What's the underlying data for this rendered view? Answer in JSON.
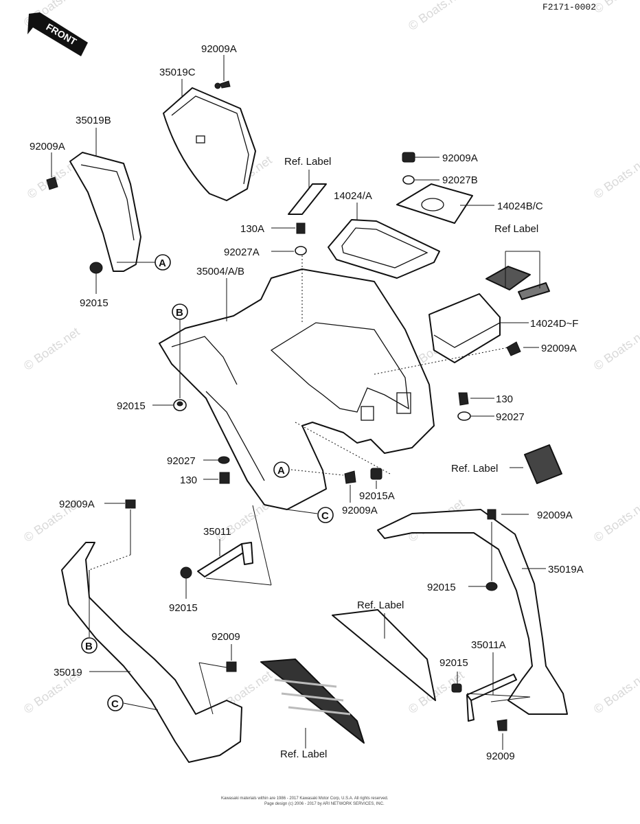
{
  "diagram_code": "F2171-0002",
  "front_label": "FRONT",
  "watermark": "© Boats.net",
  "copyright": {
    "line1": "Kawasaki materials within are 1986 - 2017 Kawasaki Motor Corp, U.S.A.  All rights reserved.",
    "line2": "Page design (c) 2006 - 2017 by ARI NETWORK SERVICES, INC."
  },
  "labels": {
    "p92009A_top": "92009A",
    "p35019C": "35019C",
    "p35019B": "35019B",
    "p92009A_left": "92009A",
    "p92015_topleft": "92015",
    "refLabel_top": "Ref. Label",
    "p92009A_right": "92009A",
    "p92027B": "92027B",
    "p14024A": "14024/A",
    "p14024BC": "14024B/C",
    "p130A": "130A",
    "p92027A": "92027A",
    "refLabel_right": "Ref Label",
    "p35004AB": "35004/A/B",
    "p14024DF": "14024D~F",
    "p92009A_mid": "92009A",
    "p92015_mid": "92015",
    "p130_right": "130",
    "p92027_right": "92027",
    "p92027_left": "92027",
    "p130_left": "130",
    "refLabel_mid": "Ref. Label",
    "p92015A": "92015A",
    "p92009A_center": "92009A",
    "p92009A_lowleft": "92009A",
    "p92009A_lowright": "92009A",
    "p35011": "35011",
    "p35019A": "35019A",
    "p92015_low": "92015",
    "p92015_right": "92015",
    "refLabel_low": "Ref. Label",
    "p92009_left": "92009",
    "p35011A": "35011A",
    "p35019": "35019",
    "p92015_lowright": "92015",
    "refLabel_bottom": "Ref. Label",
    "p92009_bottom": "92009"
  },
  "callouts": {
    "A1": "A",
    "A2": "A",
    "B1": "B",
    "B2": "B",
    "C1": "C",
    "C2": "C"
  }
}
